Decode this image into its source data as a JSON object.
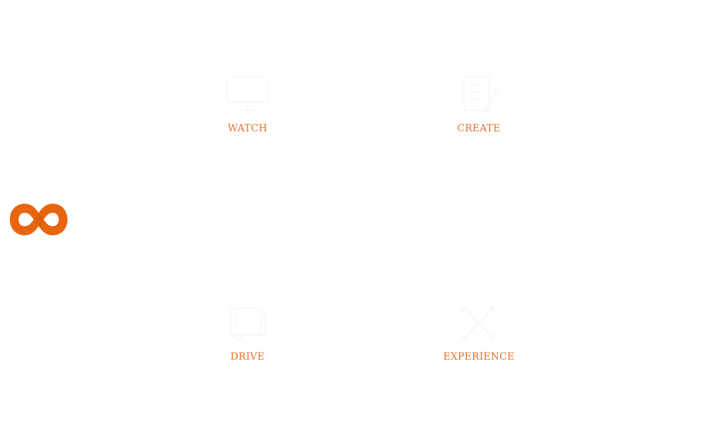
{
  "colors": {
    "accent": "#E8702A",
    "logo": "#E8650F",
    "logo_shadow": "#C9540A",
    "icon_stroke": "#F7F7F7",
    "background": "#FFFFFF"
  },
  "logo": {
    "icon": "infinity-logo-icon"
  },
  "features": [
    {
      "label": "WATCH",
      "icon": "monitor-icon"
    },
    {
      "label": "CREATE",
      "icon": "pencil-icon"
    },
    {
      "label": "DRIVE",
      "icon": "car-icon"
    },
    {
      "label": "EXPERIENCE",
      "icon": "cross-arrows-icon"
    }
  ]
}
